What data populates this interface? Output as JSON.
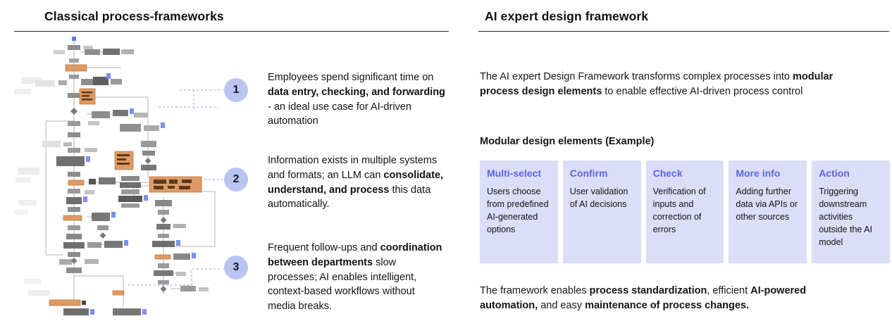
{
  "left": {
    "title": "Classical process-frameworks",
    "flowchart_alt": "complex-bpmn-process-flowchart",
    "points": [
      {
        "number": "1",
        "segments": [
          {
            "t": "Employees spend significant time on ",
            "b": false
          },
          {
            "t": "data entry, checking, and forwarding",
            "b": true
          },
          {
            "t": " - an ideal use case for AI-driven automation",
            "b": false
          }
        ]
      },
      {
        "number": "2",
        "segments": [
          {
            "t": "Information exists in multiple systems and formats; an LLM can ",
            "b": false
          },
          {
            "t": "consolidate, understand, and process",
            "b": true
          },
          {
            "t": " this data automatically.",
            "b": false
          }
        ]
      },
      {
        "number": "3",
        "segments": [
          {
            "t": "Frequent follow-ups and ",
            "b": false
          },
          {
            "t": "coordination between departments",
            "b": true
          },
          {
            "t": " slow processes; AI enables intelligent, context-based workflows without media breaks.",
            "b": false
          }
        ]
      }
    ]
  },
  "right": {
    "title": "AI expert design framework",
    "intro_segments": [
      {
        "t": "The AI expert Design Framework transforms complex processes into ",
        "b": false
      },
      {
        "t": "modular process design elements",
        "b": true
      },
      {
        "t": " to enable effective AI-driven process control",
        "b": false
      }
    ],
    "elements_heading": "Modular design elements (Example)",
    "cards": [
      {
        "title": "Multi-select",
        "body": "Users choose from predefined AI-generated options"
      },
      {
        "title": "Confirm",
        "body": "User validation of AI decisions"
      },
      {
        "title": "Check",
        "body": "Verification of inputs and correction of errors"
      },
      {
        "title": "More info",
        "body": "Adding further data via APIs or other sources"
      },
      {
        "title": "Action",
        "body": "Triggering downstream activities outside the AI model"
      }
    ],
    "outro_segments": [
      {
        "t": "The framework enables ",
        "b": false
      },
      {
        "t": "process standardization",
        "b": true
      },
      {
        "t": ", efficient ",
        "b": false
      },
      {
        "t": "AI-powered automation,",
        "b": true
      },
      {
        "t": " and easy ",
        "b": false
      },
      {
        "t": "maintenance of process changes.",
        "b": true
      }
    ]
  },
  "colors": {
    "accent": "#5a63e6",
    "card_bg": "#dbdef6",
    "badge_bg": "#b9c5f0",
    "flow_orange": "#dd9a66",
    "rule": "#2b2b2b"
  }
}
